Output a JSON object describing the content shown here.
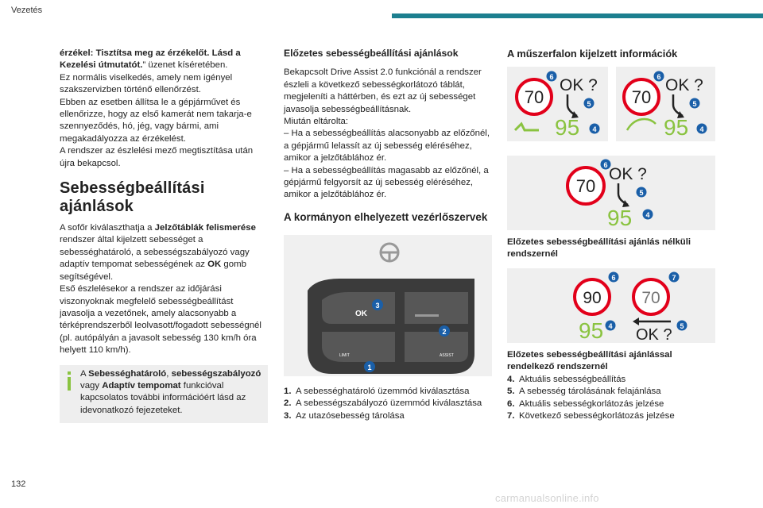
{
  "header": {
    "title": "Vezetés"
  },
  "page_number": "132",
  "watermark": "carmanualsonline.info",
  "col1": {
    "intro_bold": "érzékel: Tisztítsa meg az érzékelőt. Lásd a Kezelési útmutatót.",
    "intro_rest": "” üzenet kíséretében.",
    "p2": "Ez normális viselkedés, amely nem igényel szakszervizben történő ellenőrzést.",
    "p3": "Ebben az esetben állítsa le a gépjárművet és ellenőrizze, hogy az első kamerát nem takarja-e szennyeződés, hó, jég, vagy bármi, ami megakadályozza az érzékelést.",
    "p4": "A rendszer az észlelési mező megtisztítása után újra bekapcsol.",
    "heading": "Sebességbeállítási ajánlások",
    "s1_a": "A sofőr kiválaszthatja a ",
    "s1_b": "Jelzőtáblák felismerése",
    "s1_c": " rendszer által kijelzett sebességet a sebességhatároló, a sebességszabályozó vagy adaptív tempomat sebességének az ",
    "s1_d": "OK",
    "s1_e": " gomb segítségével.",
    "s2": "Eső észlelésekor a rendszer az időjárási viszonyoknak megfelelő sebességbeállítást javasolja a vezetőnek, amely alacsonyabb a térképrendszerből leolvasott/fogadott sebességnél (pl. autópályán a javasolt sebesség 130 km/h óra helyett 110 km/h).",
    "info_a": "A ",
    "info_b": "Sebességhatároló",
    "info_c": ", ",
    "info_d": "sebességszabályozó",
    "info_e": " vagy ",
    "info_f": "Adaptív tempomat",
    "info_g": " funkcióval kapcsolatos további információért lásd az idevonatkozó fejezeteket."
  },
  "col2": {
    "heading": "Előzetes sebességbeállítási ajánlások",
    "p1": "Bekapcsolt Drive Assist 2.0 funkciónál a rendszer észleli a következő sebességkorlátozó táblát, megjeleníti a háttérben, és ezt az új sebességet javasolja sebességbeállításnak.",
    "p2": "Miután eltárolta:",
    "d1": "–  Ha a sebességbeállítás alacsonyabb az előzőnél, a gépjármű lelassít az új sebesség eléréséhez, amikor a jelzőtáblához ér.",
    "d2": "–  Ha a sebességbeállítás magasabb az előzőnél, a gépjármű felgyorsít az új sebesség eléréséhez, amikor a jelzőtáblához ér.",
    "subheading": "A kormányon elhelyezett vezérlőszervek",
    "controls": {
      "ok": "OK",
      "limit": "LIMIT",
      "assist": "ASSIST",
      "n1": "1",
      "n2": "2",
      "n3": "3"
    },
    "list": [
      {
        "n": "1.",
        "t": "A sebességhatároló üzemmód kiválasztása"
      },
      {
        "n": "2.",
        "t": "A sebességszabályozó üzemmód kiválasztása"
      },
      {
        "n": "3.",
        "t": "Az utazósebesség tárolása"
      }
    ]
  },
  "col3": {
    "heading": "A műszerfalon kijelzett információk",
    "panels": {
      "sign_current": "70",
      "ok": "OK ?",
      "speed_new": "95",
      "n4": "4",
      "n5": "5",
      "n6": "6",
      "n7": "7"
    },
    "cap1": "Előzetes sebességbeállítási ajánlás nélküli rendszernél",
    "bottom_panel": {
      "sign_current": "90",
      "sign_next": "70",
      "speed": "95",
      "ok": "OK ?"
    },
    "cap2": "Előzetes sebességbeállítási ajánlással rendelkező rendszernél",
    "list": [
      {
        "n": "4.",
        "t": "Aktuális sebességbeállítás"
      },
      {
        "n": "5.",
        "t": "A sebesség tárolásának felajánlása"
      },
      {
        "n": "6.",
        "t": "Aktuális sebességkorlátozás jelzése"
      },
      {
        "n": "7.",
        "t": "Következő sebességkorlátozás jelzése"
      }
    ]
  },
  "colors": {
    "accent": "#1c7f8f",
    "badge": "#1a5fa8",
    "speed_green": "#8ac340",
    "sign_red": "#e2001a"
  }
}
